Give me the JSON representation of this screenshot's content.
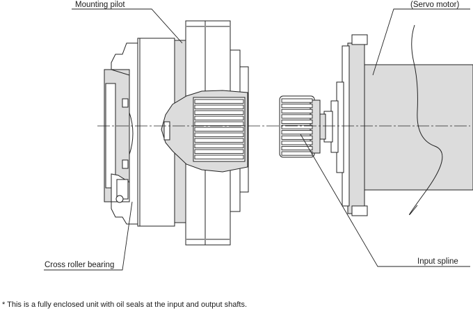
{
  "labels": {
    "mounting_pilot": "Mounting pilot",
    "servo_motor": "(Servo motor)",
    "cross_roller_bearing": "Cross roller bearing",
    "input_spline": "Input spline"
  },
  "footnote": "* This is a fully enclosed unit with oil seals at the input and output shafts.",
  "colors": {
    "line": "#222222",
    "fill_gray": "#dcdcdc",
    "background": "#ffffff"
  }
}
